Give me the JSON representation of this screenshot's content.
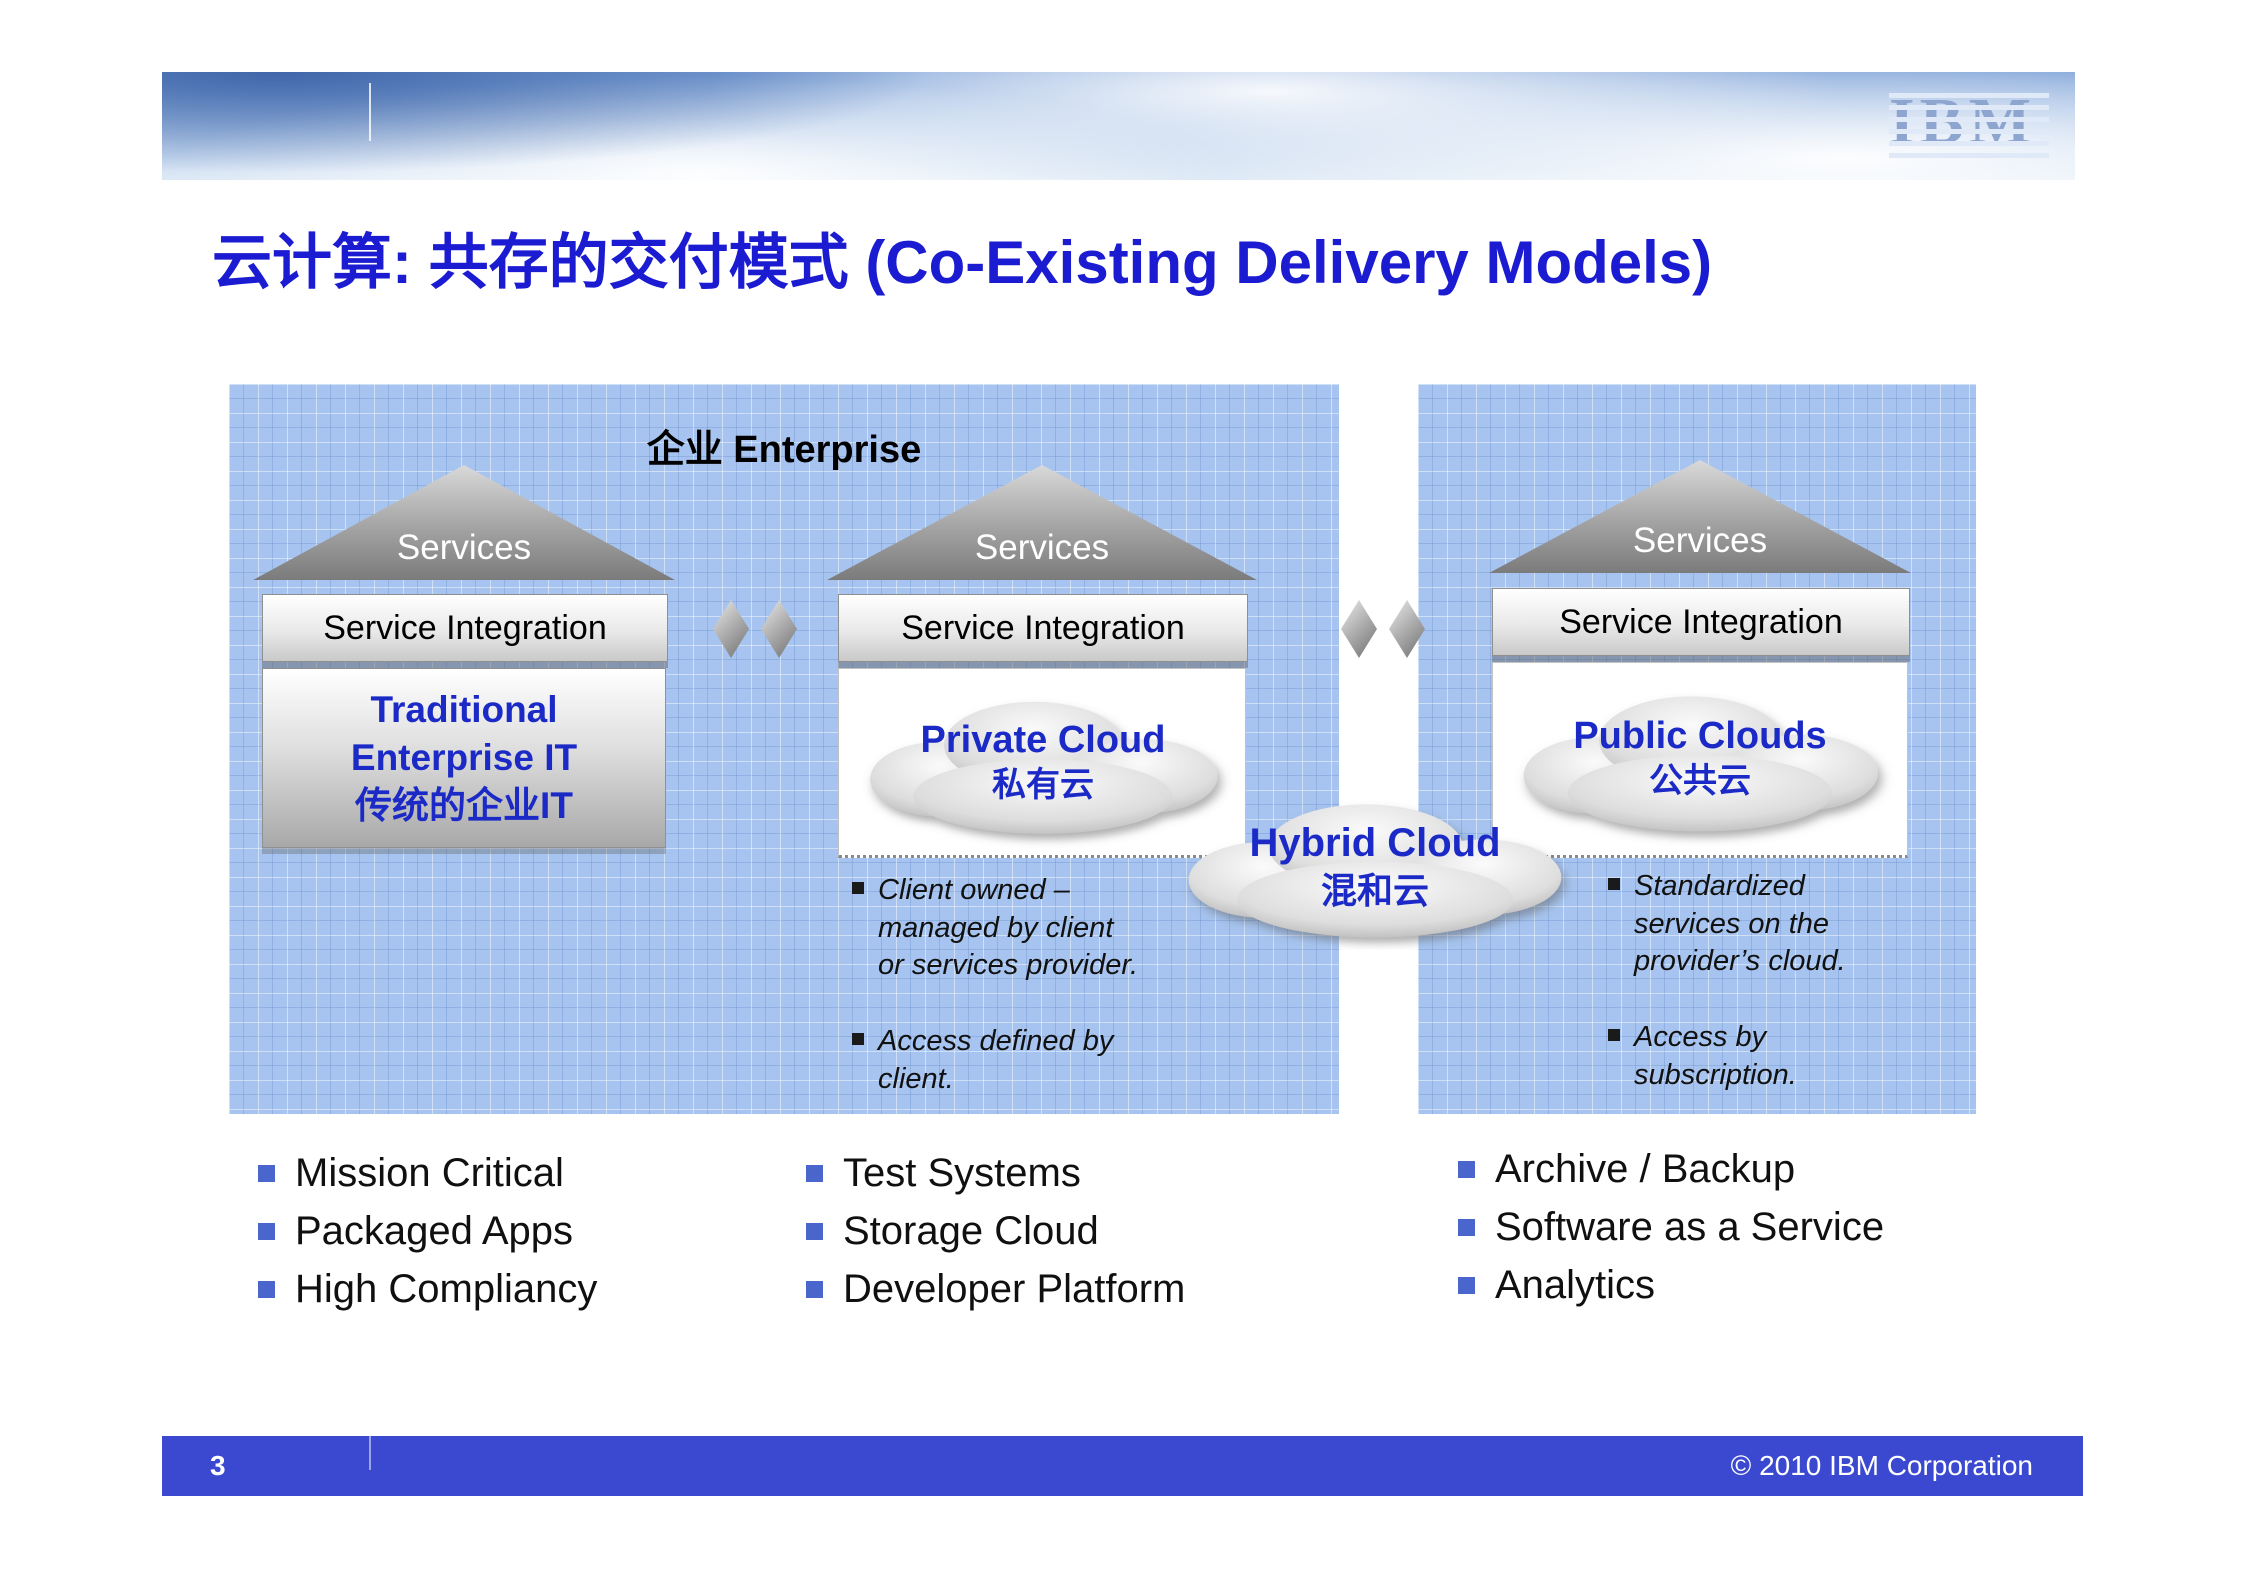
{
  "title": "云计算: 共存的交付模式 (Co-Existing Delivery Models)",
  "header": {
    "logo_text": "IBM"
  },
  "enterprise": {
    "label": "企业 Enterprise"
  },
  "houses": [
    {
      "roof": "Services",
      "bar": "Service Integration",
      "lines": [
        "Traditional",
        "Enterprise IT",
        "传统的企业IT"
      ]
    },
    {
      "roof": "Services",
      "bar": "Service Integration",
      "cloud_line1": "Private Cloud",
      "cloud_line2": "私有云"
    },
    {
      "roof": "Services",
      "bar": "Service Integration",
      "cloud_line1": "Public Clouds",
      "cloud_line2": "公共云"
    }
  ],
  "hybrid_cloud": {
    "line1": "Hybrid Cloud",
    "line2": "混和云"
  },
  "notes": {
    "private": [
      "Client owned – managed by client or services provider.",
      "Access defined by client."
    ],
    "public": [
      "Standardized services on the provider’s cloud.",
      "Access by subscription."
    ]
  },
  "lists": {
    "traditional": [
      "Mission Critical",
      "Packaged Apps",
      "High Compliancy"
    ],
    "private": [
      "Test Systems",
      "Storage Cloud",
      "Developer Platform"
    ],
    "public": [
      "Archive / Backup",
      "Software as a Service",
      "Analytics"
    ]
  },
  "footer": {
    "page_number": "3",
    "copyright": "© 2010 IBM Corporation"
  },
  "colors": {
    "title_blue": "#1b1bd1",
    "panel_blue": "#a6c4ef",
    "accent_text_blue": "#1b2ac6",
    "footer_blue": "#3b49d1",
    "bullet_blue": "#4a66cc"
  }
}
